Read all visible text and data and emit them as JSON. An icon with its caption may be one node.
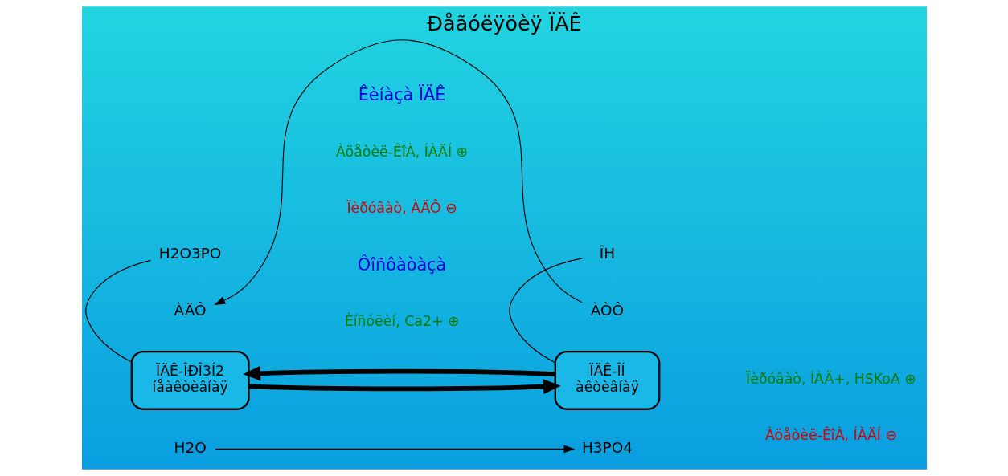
{
  "diagram": {
    "title": "Ðåãóëÿöèÿ ÏÄÊ",
    "nodes": [
      {
        "text": [
          "ÏÄÊ-ÎÐÎ3Í2",
          "íåàêòèâíàÿ"
        ]
      },
      {
        "text": [
          "ÏÄÊ-ÎÍ",
          "àêòèâíàÿ"
        ]
      },
      {
        "text": [
          "ÀÄÔ"
        ]
      },
      {
        "text": [
          "ÀÒÔ"
        ]
      },
      {
        "text": [
          "H2O"
        ]
      },
      {
        "text": [
          "H3PO4"
        ]
      },
      {
        "text": [
          "H2O3PO"
        ]
      },
      {
        "text": [
          "ÎH"
        ]
      }
    ],
    "edges": [
      {
        "from": 1,
        "to": 0,
        "arrow": "to",
        "style": "thick"
      },
      {
        "from": 0,
        "to": 1,
        "arrow": "to",
        "style": "thick"
      },
      {
        "from": 3,
        "to": 2,
        "arrow": "to"
      },
      {
        "from": 4,
        "to": 5,
        "arrow": "to"
      },
      {
        "from": 6,
        "to": 0,
        "arrow": "none"
      },
      {
        "from": 7,
        "to": 1,
        "arrow": "none"
      }
    ],
    "labels": [
      "Êèíàçà ÏÄÊ",
      "Àöåòèë-ÊîÀ, ÍÀÄÍ ⊕",
      "Ïèðóâàò, ÀÄÔ ⊖",
      "Ïèðóâàò, ÍÀÄ+, HSKoA ⊕",
      "Àöåòèë-ÊîÀ, ÍÀÄÍ ⊖",
      "Ôîñôàòàçà",
      "Èíñóëèí, Ca2+ ⊕"
    ]
  }
}
